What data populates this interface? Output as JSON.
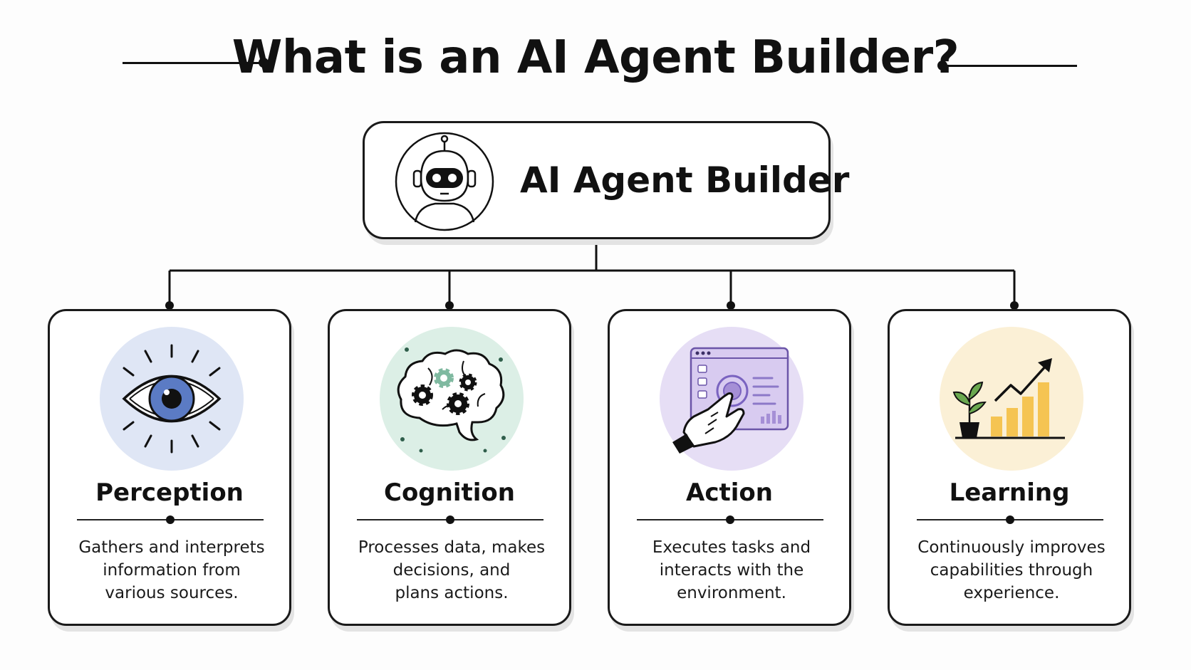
{
  "title": "What is an AI Agent Builder?",
  "root": {
    "label": "AI Agent Builder",
    "icon": "robot-icon"
  },
  "cards": [
    {
      "id": "perception",
      "title": "Perception",
      "description": "Gathers and interprets\ninformation from\nvarious sources.",
      "icon": "eye-icon",
      "accent": "#dfe6f5"
    },
    {
      "id": "cognition",
      "title": "Cognition",
      "description": "Processes data, makes\ndecisions, and\nplans actions.",
      "icon": "brain-gears-icon",
      "accent": "#dcefe6"
    },
    {
      "id": "action",
      "title": "Action",
      "description": "Executes tasks and\ninteracts with the\nenvironment.",
      "icon": "hand-touchscreen-icon",
      "accent": "#e6def5"
    },
    {
      "id": "learning",
      "title": "Learning",
      "description": "Continuously improves\ncapabilities through\nexperience.",
      "icon": "growth-chart-icon",
      "accent": "#fbf0d6"
    }
  ],
  "colors": {
    "ink": "#111111",
    "eye_iris": "#5b7bc4",
    "gear": "#7fb9a0",
    "screen": "#a58fd6",
    "bars": "#f5c452",
    "plant": "#6aa84f"
  }
}
